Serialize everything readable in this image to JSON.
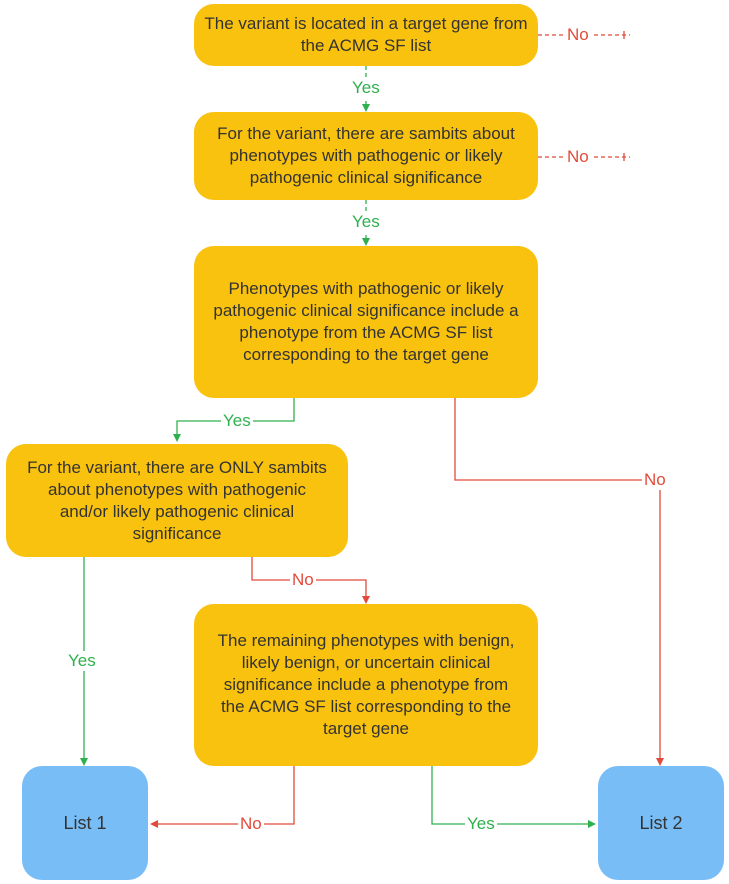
{
  "nodes": {
    "n1": "The variant is located in a target gene from the ACMG SF list",
    "n2": "For the variant, there are sambits about phenotypes with pathogenic or likely pathogenic clinical significance",
    "n3": "Phenotypes with pathogenic or likely pathogenic clinical significance include a phenotype from the ACMG SF list corresponding to the target gene",
    "n4": "For the variant, there are ONLY sambits about phenotypes with pathogenic and/or likely pathogenic clinical significance",
    "n5": "The remaining phenotypes with benign, likely benign, or uncertain clinical significance include a phenotype from the ACMG SF list corresponding to the target gene",
    "list1": "List 1",
    "list2": "List 2"
  },
  "labels": {
    "yes": "Yes",
    "no": "No"
  },
  "colors": {
    "decision": "#f9c20e",
    "list": "#78bdf6",
    "yes_edge": "#2fb04f",
    "no_edge": "#e24b3b"
  }
}
